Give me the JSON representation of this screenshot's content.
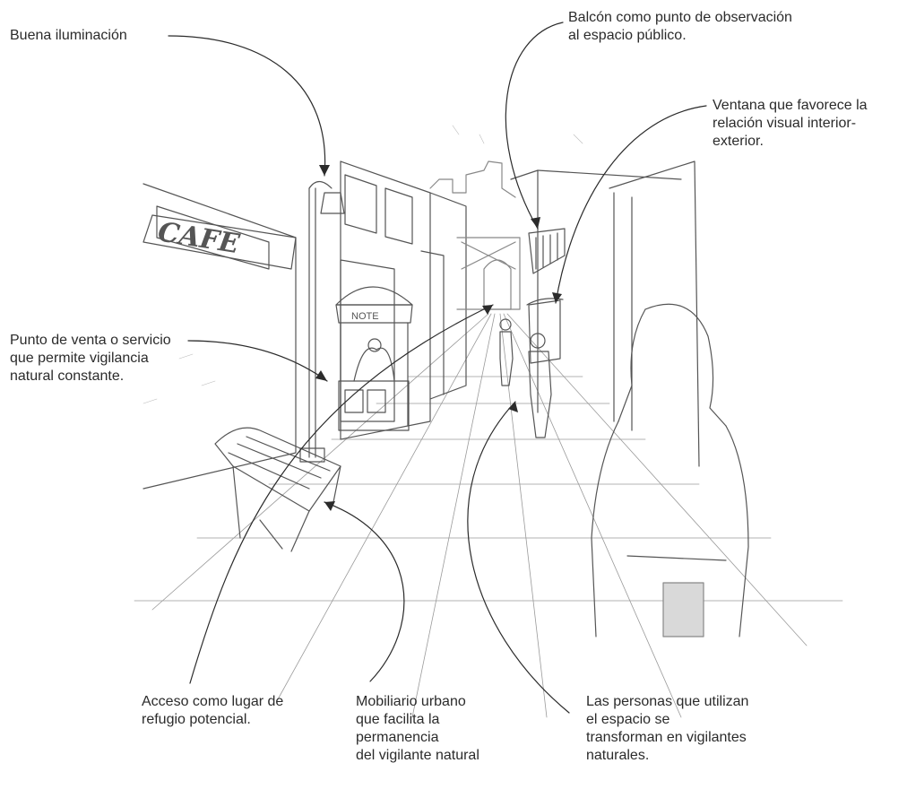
{
  "scene": {
    "cafe_sign": "CAFE",
    "kiosk_sign": "NOTE"
  },
  "annotations": {
    "lighting": [
      "Buena iluminación"
    ],
    "balcony": [
      "Balcón como punto de observación",
      "al espacio público."
    ],
    "window": [
      "Ventana que favorece la",
      "relación visual interior-",
      "exterior."
    ],
    "kiosk": [
      "Punto de venta o servicio",
      "que permite vigilancia",
      "natural constante."
    ],
    "access": [
      "Acceso como lugar de",
      "refugio potencial."
    ],
    "furniture": [
      "Mobiliario urbano",
      "que facilita la",
      "permanencia",
      "del vigilante natural"
    ],
    "people": [
      "Las personas que utilizan",
      "el espacio se",
      "transforman en vigilantes",
      "naturales."
    ]
  },
  "colors": {
    "ink": "#2b2b2b",
    "sketch": "#555555",
    "shade": "#d9d9d9"
  }
}
